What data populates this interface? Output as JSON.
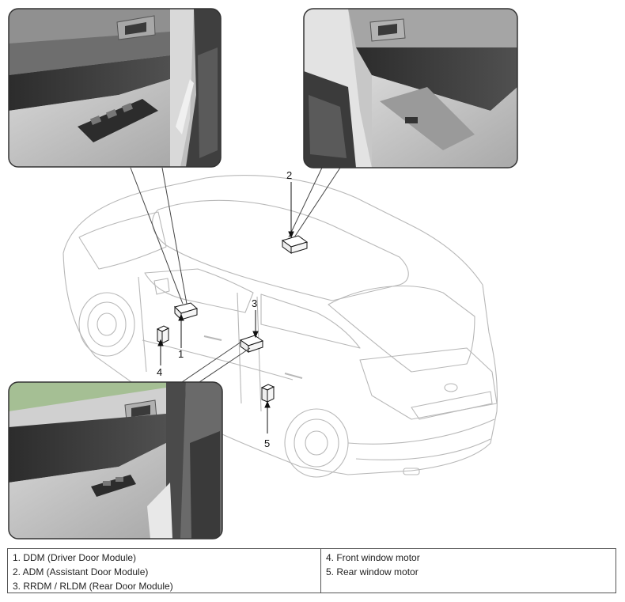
{
  "callouts": [
    "1",
    "2",
    "3",
    "4",
    "5"
  ],
  "legend": {
    "left": [
      "1. DDM (Driver Door Module)",
      "2. ADM (Assistant Door Module)",
      "3. RRDM / RLDM (Rear Door Module)"
    ],
    "right": [
      "4. Front window motor",
      "5. Rear window motor"
    ]
  },
  "colors": {
    "photo_frame": "#333333",
    "trim_dark": "#3a3a3a",
    "trim_light": "#cfcfcf",
    "car_line": "#b8b8b8"
  }
}
